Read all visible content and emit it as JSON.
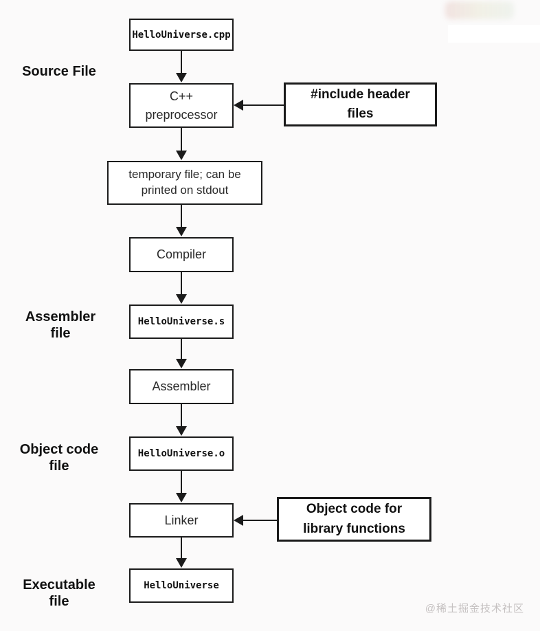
{
  "flowchart": {
    "stage_labels": [
      {
        "name": "source-file-label",
        "text": "Source File"
      },
      {
        "name": "assembler-file-label",
        "text": "Assembler\nfile"
      },
      {
        "name": "object-code-file-label",
        "text": "Object code\nfile"
      },
      {
        "name": "executable-file-label",
        "text": "Executable\nfile"
      }
    ],
    "nodes": [
      {
        "name": "source-file-box",
        "label": "HelloUniverse.cpp",
        "type": "file"
      },
      {
        "name": "cpp-preprocessor-box",
        "label": "C++\npreprocessor",
        "type": "process"
      },
      {
        "name": "temporary-file-box",
        "label": "temporary file; can be\nprinted on stdout",
        "type": "process"
      },
      {
        "name": "compiler-box",
        "label": "Compiler",
        "type": "process"
      },
      {
        "name": "assembler-file-box",
        "label": "HelloUniverse.s",
        "type": "file"
      },
      {
        "name": "assembler-box",
        "label": "Assembler",
        "type": "process"
      },
      {
        "name": "object-code-file-box",
        "label": "HelloUniverse.o",
        "type": "file"
      },
      {
        "name": "linker-box",
        "label": "Linker",
        "type": "process"
      },
      {
        "name": "executable-file-box",
        "label": "HelloUniverse",
        "type": "file"
      }
    ],
    "input_nodes": [
      {
        "name": "include-header-files-box",
        "label": "#include header\nfiles"
      },
      {
        "name": "library-object-code-box",
        "label": "Object code for\nlibrary functions"
      }
    ],
    "colors": {
      "line": "#1b1b1b",
      "box_background": "#ffffff",
      "page_background": "#fbfafa",
      "watermark": "#c5c1c1"
    }
  },
  "watermark": {
    "text": "@稀土掘金技术社区"
  }
}
